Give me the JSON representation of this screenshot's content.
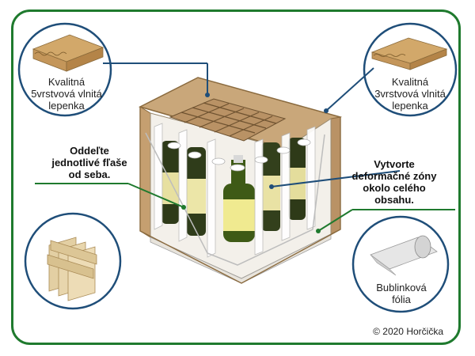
{
  "frame_color": "#1f7a2e",
  "callouts": {
    "five_layer": {
      "lines": [
        "Kvalitná",
        "5vrstvová vlnitá",
        "lepenka"
      ]
    },
    "three_layer": {
      "lines": [
        "Kvalitná",
        "3vrstvová vlnitá",
        "lepenka"
      ]
    },
    "separate": {
      "lines": [
        "Oddeľte",
        "jednotlivé fľaše",
        "od seba."
      ]
    },
    "zones": {
      "lines": [
        "Vytvorte",
        "deformačné zóny",
        "okolo celého",
        "obsahu."
      ]
    },
    "bubble": {
      "lines": [
        "Bublinková",
        "fólia"
      ]
    }
  },
  "copyright": "© 2020 Horčička"
}
